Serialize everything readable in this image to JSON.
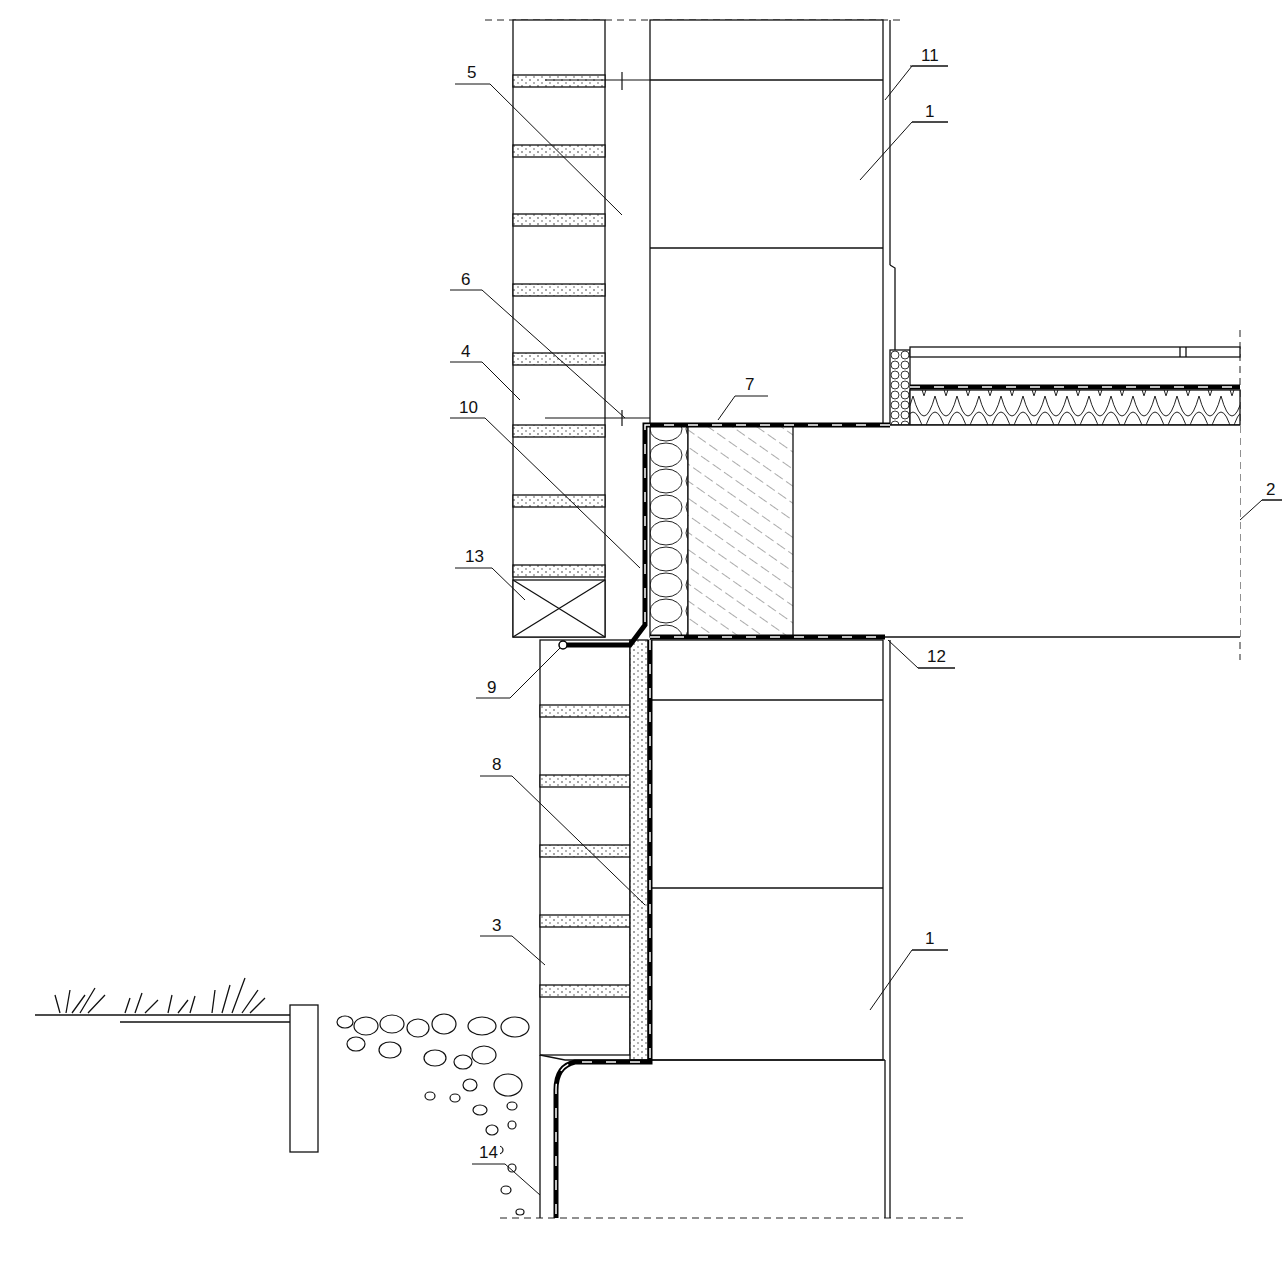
{
  "diagram": {
    "labels": [
      "5",
      "11",
      "1",
      "6",
      "4",
      "7",
      "10",
      "2",
      "13",
      "9",
      "12",
      "8",
      "3",
      "1",
      "14"
    ]
  }
}
